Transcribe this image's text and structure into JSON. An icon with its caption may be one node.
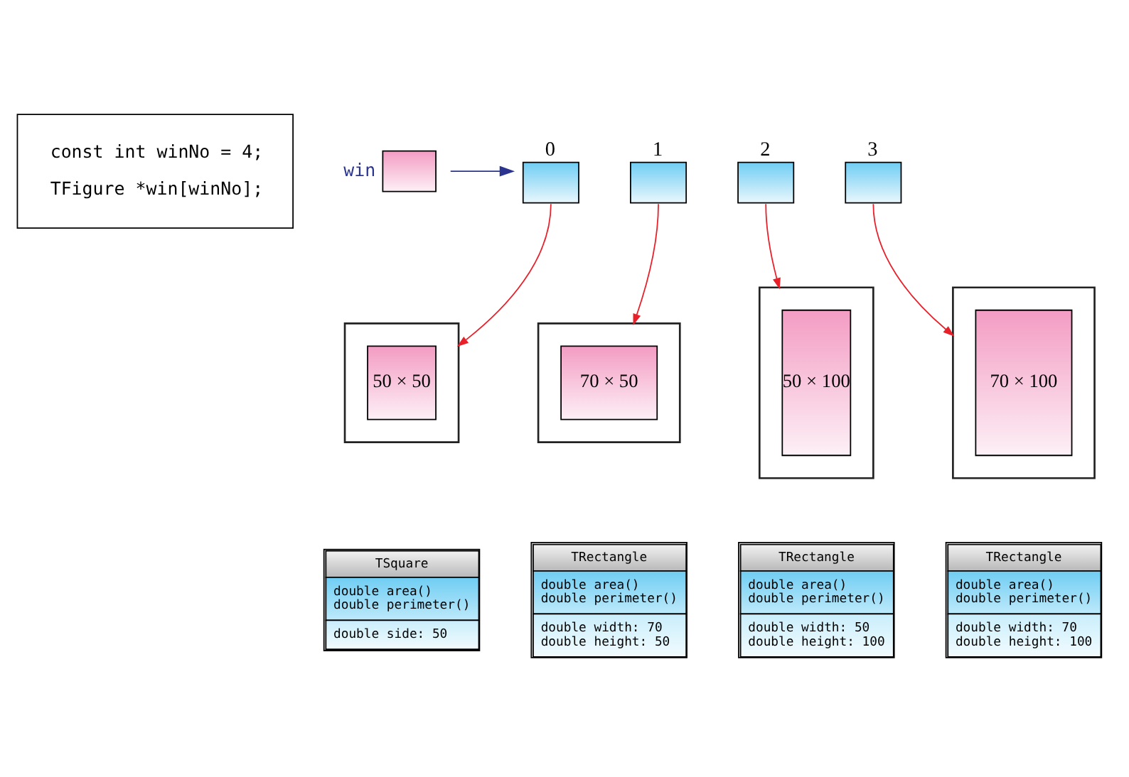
{
  "diagram": {
    "nodes": [
      {
        "text": [
          "const int winNo = 4;",
          "TFigure *win[winNo];"
        ]
      },
      {
        "text": [],
        "shape": "box",
        "beside": [
          "win"
        ]
      },
      {
        "text": [],
        "shape": "box",
        "beside": [
          "0"
        ]
      },
      {
        "text": [],
        "shape": "box",
        "beside": [
          "1"
        ]
      },
      {
        "text": [],
        "shape": "box",
        "beside": [
          "2"
        ]
      },
      {
        "text": [],
        "shape": "box",
        "beside": [
          "3"
        ]
      },
      {
        "text": [],
        "shape": "box"
      },
      {
        "text": [
          "50 × 50"
        ],
        "in": 6
      },
      {
        "text": [],
        "shape": "box"
      },
      {
        "text": [
          "70 × 50"
        ],
        "in": 8
      },
      {
        "text": [],
        "shape": "box"
      },
      {
        "text": [
          "50 × 100"
        ],
        "in": 10
      },
      {
        "text": [],
        "shape": "box"
      },
      {
        "text": [
          "70 × 100"
        ],
        "in": 12
      },
      {
        "text": [
          "TSquare",
          "double area() double perimeter()",
          "double side: 50"
        ]
      },
      {
        "text": [
          "TRectangle",
          "double area() double perimeter()",
          "double width: 70 double height: 50"
        ]
      },
      {
        "text": [
          "TRectangle",
          "double area() double perimeter()",
          "double width: 50 double height: 100"
        ]
      },
      {
        "text": [
          "TRectangle",
          "double area() double perimeter()",
          "double width: 70 double height: 100"
        ]
      }
    ],
    "edges": [
      {
        "from": 1,
        "to": 2,
        "arrow": "to",
        "color": "#2b3590"
      },
      {
        "from": 2,
        "to": 6,
        "arrow": "to"
      },
      {
        "from": 3,
        "to": 8,
        "arrow": "to"
      },
      {
        "from": 4,
        "to": 10,
        "arrow": "to"
      },
      {
        "from": 5,
        "to": 12,
        "arrow": "to"
      }
    ]
  }
}
